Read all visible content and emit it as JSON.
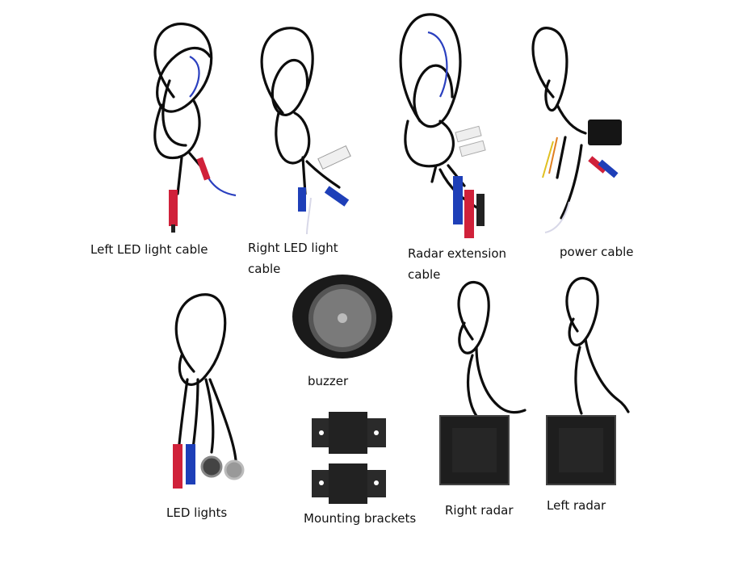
{
  "items": {
    "left_led_cable": {
      "label": "Left LED light cable"
    },
    "right_led_cable": {
      "label_line1": "Right LED light",
      "label_line2": "cable"
    },
    "radar_extension_cable": {
      "label_line1": "Radar extension",
      "label_line2": "cable"
    },
    "power_cable": {
      "label": "power cable"
    },
    "led_lights": {
      "label": "LED lights"
    },
    "buzzer": {
      "label": "buzzer"
    },
    "mounting_brackets": {
      "label": "Mounting brackets"
    },
    "right_radar": {
      "label": "Right radar"
    },
    "left_radar": {
      "label": "Left radar"
    }
  },
  "colors": {
    "cable": "#0d0d0d",
    "connector_red": "#d0213a",
    "connector_blue": "#1e3fb8",
    "radar_body": "#1e1e1e",
    "bracket": "#2a2a2a"
  }
}
